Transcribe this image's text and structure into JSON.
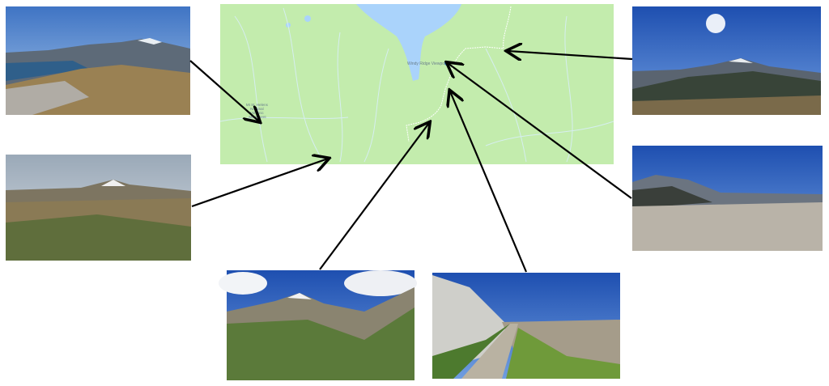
{
  "map": {
    "viewpoint_label": "Windy Ridge Viewpoint",
    "monument_label": [
      "Mt St. Helens",
      "National",
      "Volcanic",
      "Monument"
    ],
    "colors": {
      "land": "#c3ecad",
      "water": "#aad3fb",
      "trail": "#ffffff",
      "marker": "#2f8ae0"
    }
  },
  "photos": [
    {
      "name": "photo-lake-mountain-view",
      "scene": "lake"
    },
    {
      "name": "photo-volcano-valley",
      "scene": "valley"
    },
    {
      "name": "photo-volcano-green-slopes",
      "scene": "green"
    },
    {
      "name": "photo-trail-road",
      "scene": "trail"
    },
    {
      "name": "photo-pumice-plain",
      "scene": "plain"
    },
    {
      "name": "photo-sun-ridge",
      "scene": "sun"
    }
  ],
  "arrow_color": "#000000"
}
